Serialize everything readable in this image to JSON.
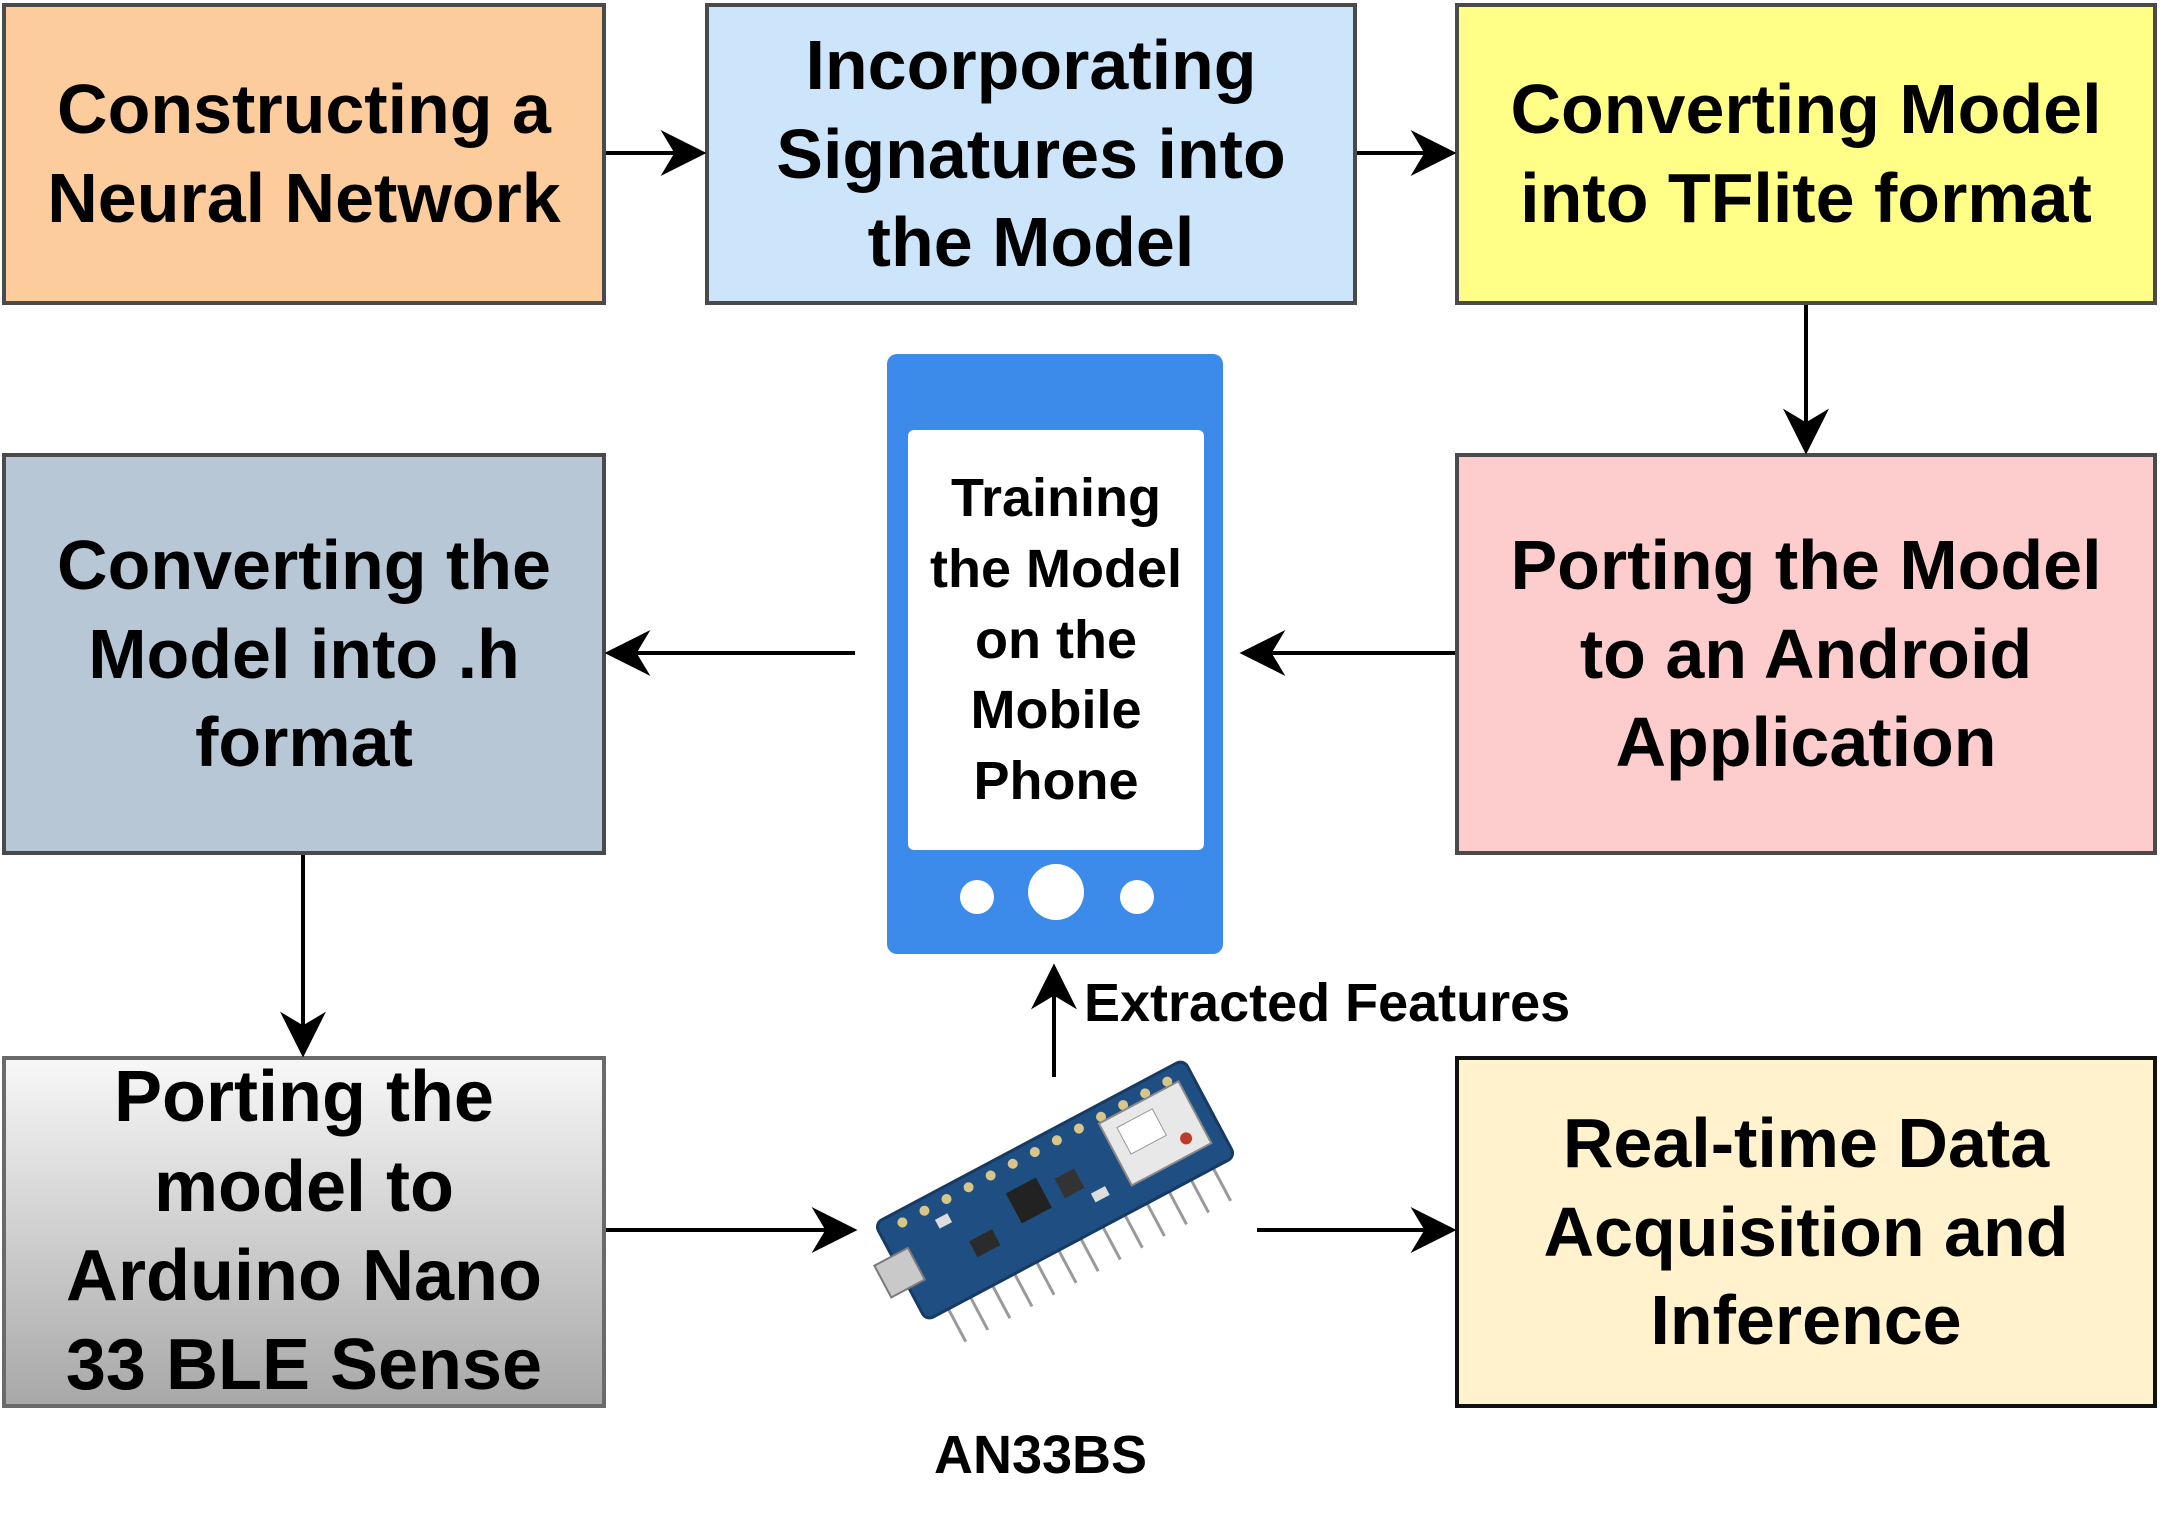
{
  "steps": {
    "constructing": "Constructing a\nNeural Network",
    "signatures": "Incorporating\nSignatures into\nthe Model",
    "tflite": "Converting Model\ninto TFlite format",
    "android": "Porting the Model\nto an Android\nApplication",
    "h_format": "Converting the\nModel into .h\nformat",
    "arduino": "Porting the\nmodel to\nArduino Nano\n33 BLE Sense",
    "realtime": "Real-time Data\nAcquisition and\nInference"
  },
  "phone": {
    "screen_text": "Training\nthe Model\non the\nMobile\nPhone",
    "color": "#3c8bea"
  },
  "labels": {
    "extracted_features": "Extracted Features",
    "device_name": "AN33BS"
  },
  "colors": {
    "constructing": "#fdcc9c",
    "signatures": "#cde5fb",
    "tflite": "#ffff88",
    "android": "#fccdcc",
    "h_format": "#b8c7d5",
    "realtime": "#fff2cc"
  }
}
